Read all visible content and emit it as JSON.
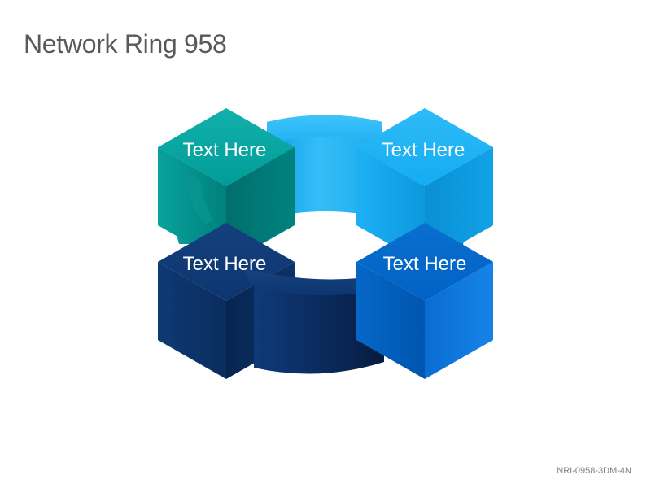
{
  "slide": {
    "title": "Network Ring 958",
    "code": "NRI-0958-3DM-4N"
  },
  "nodes": [
    {
      "label": "Text Here",
      "color": "#00A0A0"
    },
    {
      "label": "Text Here",
      "color": "#16AEF2"
    },
    {
      "label": "Text Here",
      "color": "#0D3670"
    },
    {
      "label": "Text Here",
      "color": "#0062C4"
    }
  ],
  "ring": {
    "colors": [
      "#27B5F5",
      "#0B2E62"
    ]
  }
}
